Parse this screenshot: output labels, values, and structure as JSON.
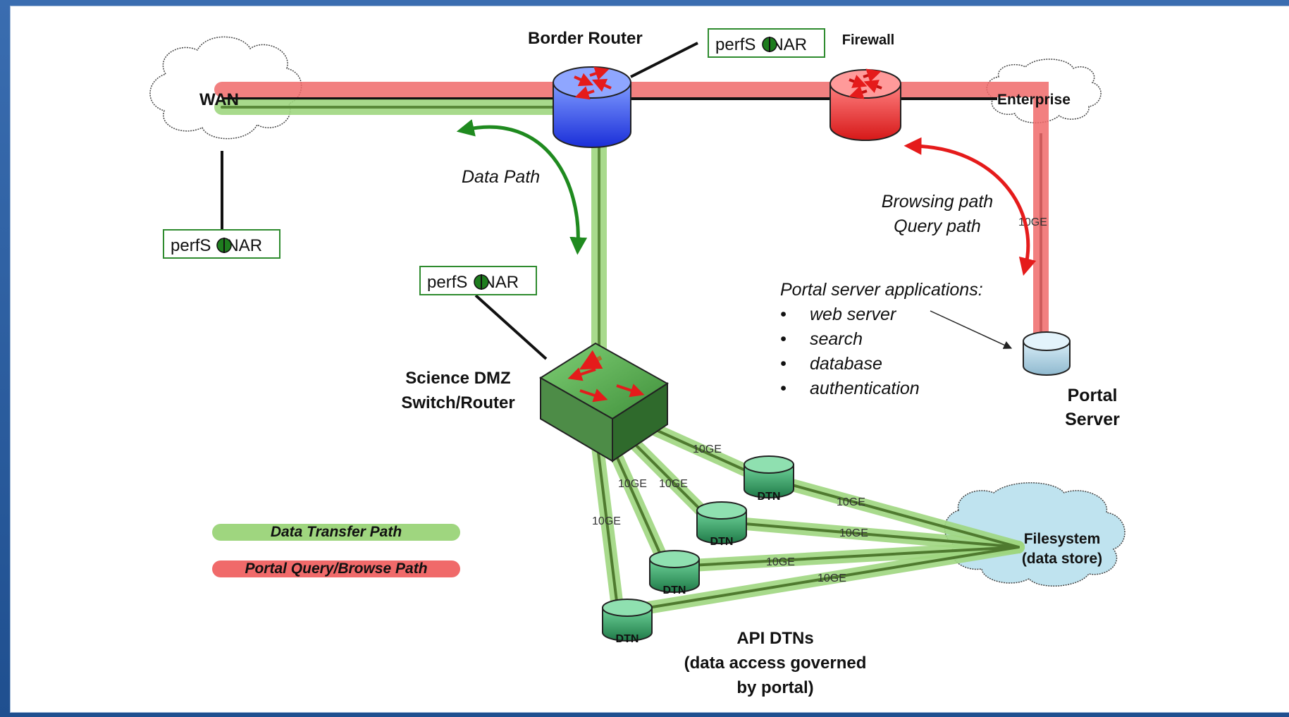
{
  "nodes": {
    "wan": "WAN",
    "enterprise": "Enterprise",
    "border_router": "Border Router",
    "firewall": "Firewall",
    "science_dmz_line1": "Science DMZ",
    "science_dmz_line2": "Switch/Router",
    "portal_server_line1": "Portal",
    "portal_server_line2": "Server",
    "filesystem_line1": "Filesystem",
    "filesystem_line2": "(data store)",
    "dtn": "DTN",
    "api_dtns_line1": "API DTNs",
    "api_dtns_line2": "(data access governed",
    "api_dtns_line3": "by portal)"
  },
  "perfsonar": {
    "left": "perfS",
    "right": "NAR"
  },
  "annotations": {
    "data_path": "Data Path",
    "browsing_path": "Browsing path",
    "query_path": "Query path",
    "portal_apps_title": "Portal server applications:",
    "portal_apps": [
      "web server",
      "search",
      "database",
      "authentication"
    ]
  },
  "link_label": "10GE",
  "legend": {
    "data_transfer": "Data Transfer Path",
    "portal_query": "Portal Query/Browse Path"
  },
  "colors": {
    "data_path": "#9fd67f",
    "query_path": "#f06a6a",
    "perfsonar_border": "#2e8b2e",
    "arrow_green": "#1f8a1f",
    "arrow_red": "#e51b1b"
  }
}
